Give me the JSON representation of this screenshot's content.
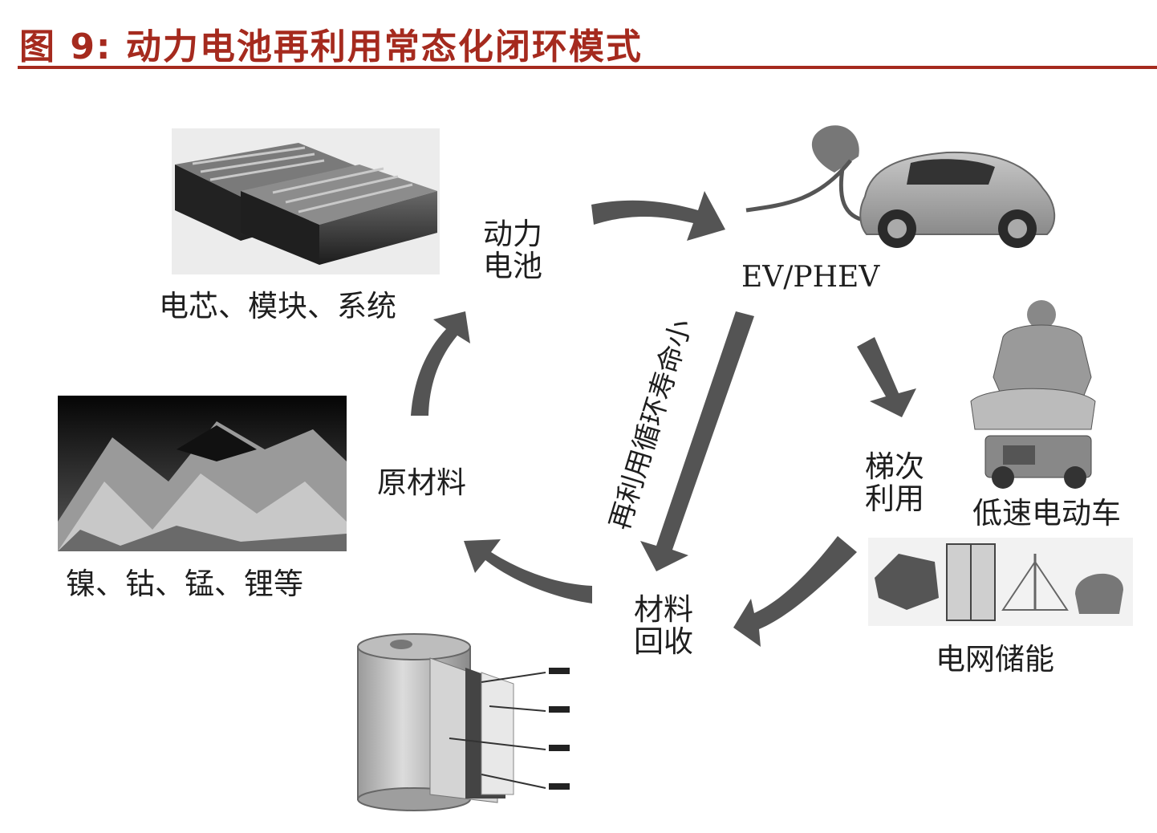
{
  "figure": {
    "title": "图 9:  动力电池再利用常态化闭环模式"
  },
  "nodes": {
    "battery_pack": {
      "caption": "电芯、模块、系统"
    },
    "power_battery": {
      "line1": "动力",
      "line2": "电池"
    },
    "ev": {
      "caption": "EV/PHEV"
    },
    "raw_materials": {
      "label": "原材料"
    },
    "minerals": {
      "caption": "镍、钴、锰、锂等"
    },
    "cascade": {
      "line1": "梯次",
      "line2": "利用"
    },
    "low_speed_ev": {
      "caption": "低速电动车"
    },
    "grid_storage": {
      "caption": "电网储能"
    },
    "recycle": {
      "line1": "材料",
      "line2": "回收"
    },
    "short_cycle": {
      "label": "再利用循环寿命小"
    }
  },
  "colors": {
    "title": "#a52a1e",
    "arrow": "#545454",
    "text": "#1e1e1e"
  },
  "icons": [
    "battery-pack-image",
    "plug-ev-image",
    "mineral-powder-image",
    "cylindrical-cell-image",
    "robot-lowspeed-ev-image",
    "grid-storage-image"
  ]
}
